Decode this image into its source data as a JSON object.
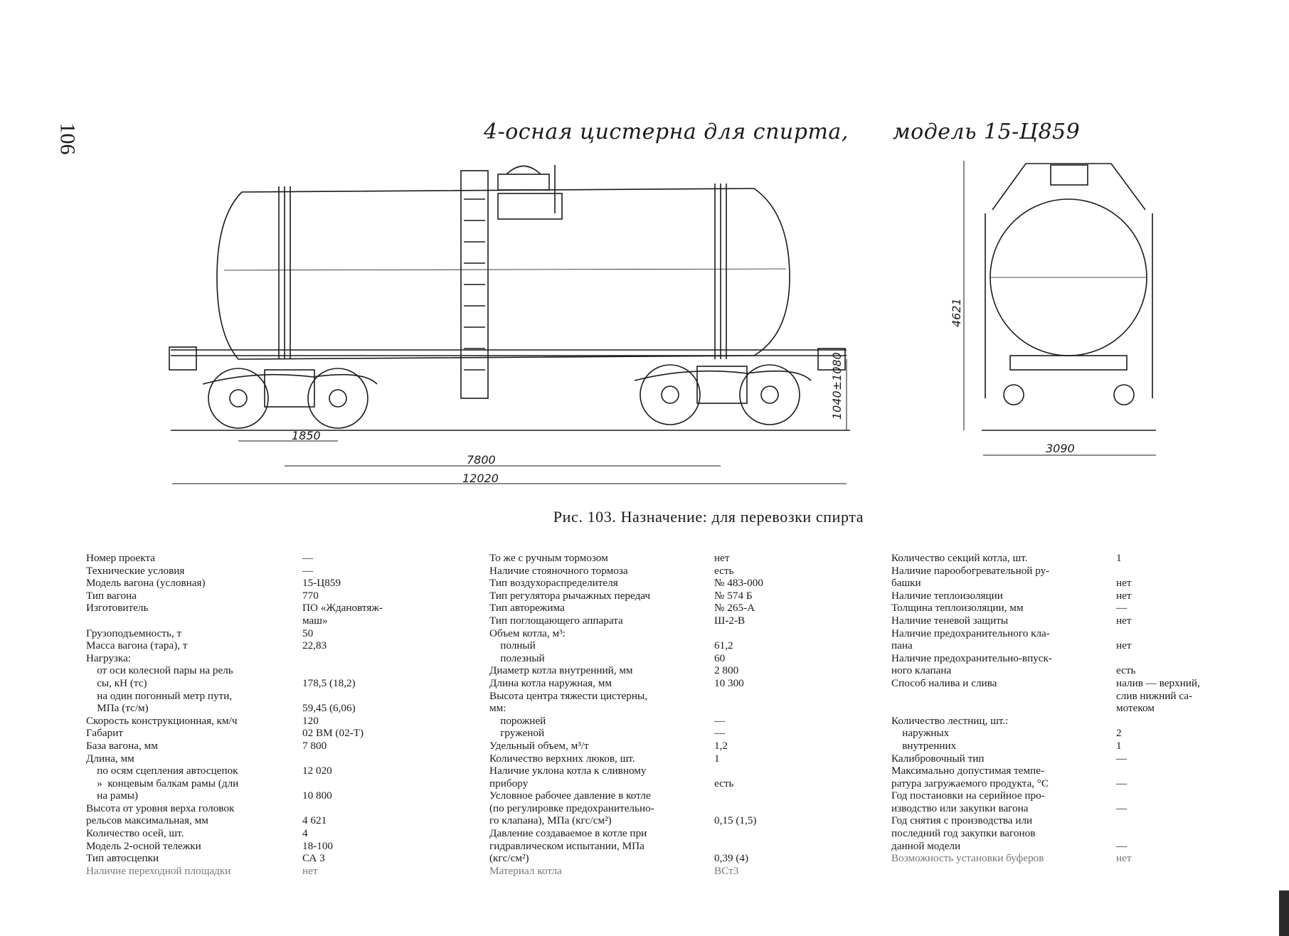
{
  "page": {
    "number": "106",
    "title_main": "4-осная цистерна для спирта,",
    "title_model": "модель 15-Ц859",
    "caption": "Рис. 103. Назначение: для перевозки спирта"
  },
  "drawing": {
    "side_dims": [
      "1850",
      "7800",
      "12020",
      "1040±1080"
    ],
    "end_dims": [
      "4621",
      "3090"
    ]
  },
  "columns": [
    [
      {
        "label": "Номер проекта",
        "value": "—"
      },
      {
        "label": "Технические условия",
        "value": "—"
      },
      {
        "label": "Модель вагона (условная)",
        "value": "15-Ц859"
      },
      {
        "label": "Тип вагона",
        "value": "770"
      },
      {
        "label": "Изготовитель",
        "value": "ПО «Ждановтяж-"
      },
      {
        "label": "",
        "value": "маш»"
      },
      {
        "label": "Грузоподъемность, т",
        "value": "50"
      },
      {
        "label": "Масса вагона (тара), т",
        "value": "22,83"
      },
      {
        "label": "Нагрузка:",
        "value": ""
      },
      {
        "label": "    от оси колесной пары на рель",
        "value": ""
      },
      {
        "label": "    сы, кН (тс)",
        "value": "178,5 (18,2)"
      },
      {
        "label": "    на один погонный метр пути,",
        "value": ""
      },
      {
        "label": "    МПа (тс/м)",
        "value": "59,45 (6,06)"
      },
      {
        "label": "Скорость конструкционная, км/ч",
        "value": "120"
      },
      {
        "label": "Габарит",
        "value": "02 ВМ (02-Т)"
      },
      {
        "label": "База вагона, мм",
        "value": "7 800"
      },
      {
        "label": "Длина, мм",
        "value": ""
      },
      {
        "label": "    по осям сцепления автосцепок",
        "value": "12 020"
      },
      {
        "label": "    »  концевым балкам рамы (дли",
        "value": ""
      },
      {
        "label": "    на рамы)",
        "value": "10 800"
      },
      {
        "label": "Высота от уровня верха головок",
        "value": ""
      },
      {
        "label": "рельсов максимальная, мм",
        "value": "4 621"
      },
      {
        "label": "Количество осей, шт.",
        "value": "4"
      },
      {
        "label": "Модель 2-осной тележки",
        "value": "18-100"
      },
      {
        "label": "Тип автосцепки",
        "value": "СА 3"
      },
      {
        "label": "Наличие переходной площадки",
        "value": "нет"
      }
    ],
    [
      {
        "label": "То же с ручным тормозом",
        "value": "нет"
      },
      {
        "label": "Наличие стояночного тормоза",
        "value": "есть"
      },
      {
        "label": "Тип воздухораспределителя",
        "value": "№ 483-000"
      },
      {
        "label": "Тип регулятора рычажных передач",
        "value": "№ 574 Б"
      },
      {
        "label": "Тип авторежима",
        "value": "№ 265-А"
      },
      {
        "label": "Тип поглощающего аппарата",
        "value": "Ш-2-В"
      },
      {
        "label": "Объем котла, м³:",
        "value": ""
      },
      {
        "label": "    полный",
        "value": "61,2"
      },
      {
        "label": "    полезный",
        "value": "60"
      },
      {
        "label": "Диаметр котла внутренний, мм",
        "value": "2 800"
      },
      {
        "label": "Длина котла наружная, мм",
        "value": "10 300"
      },
      {
        "label": "Высота центра тяжести цистерны,",
        "value": ""
      },
      {
        "label": "мм:",
        "value": ""
      },
      {
        "label": "    порожней",
        "value": "—"
      },
      {
        "label": "    груженой",
        "value": "—"
      },
      {
        "label": "Удельный объем, м³/т",
        "value": "1,2"
      },
      {
        "label": "Количество верхних люков, шт.",
        "value": "1"
      },
      {
        "label": "Наличие уклона котла к сливному",
        "value": ""
      },
      {
        "label": "прибору",
        "value": "есть"
      },
      {
        "label": "Условное рабочее давление в котле",
        "value": ""
      },
      {
        "label": "(по регулировке предохранительно-",
        "value": ""
      },
      {
        "label": "го клапана), МПа (кгс/см²)",
        "value": "0,15 (1,5)"
      },
      {
        "label": "Давление создаваемое в котле при",
        "value": ""
      },
      {
        "label": "гидравлическом испытании, МПа",
        "value": ""
      },
      {
        "label": "(кгс/см²)",
        "value": "0,39 (4)"
      },
      {
        "label": "Материал котла",
        "value": "ВСт3"
      }
    ],
    [
      {
        "label": "Количество секций котла, шт.",
        "value": "1"
      },
      {
        "label": "Наличие парообогревательной ру-",
        "value": ""
      },
      {
        "label": "башки",
        "value": "нет"
      },
      {
        "label": "Наличие теплоизоляции",
        "value": "нет"
      },
      {
        "label": "Толщина теплоизоляции, мм",
        "value": "—"
      },
      {
        "label": "Наличие теневой защиты",
        "value": "нет"
      },
      {
        "label": "Наличие предохранительного кла-",
        "value": ""
      },
      {
        "label": "пана",
        "value": "нет"
      },
      {
        "label": "Наличие предохранительно-впуск-",
        "value": ""
      },
      {
        "label": "ного клапана",
        "value": "есть"
      },
      {
        "label": "Способ налива и слива",
        "value": "налив — верхний,"
      },
      {
        "label": "",
        "value": "слив нижний са-"
      },
      {
        "label": "",
        "value": "мотеком"
      },
      {
        "label": "",
        "value": ""
      },
      {
        "label": "Количество лестниц, шт.:",
        "value": ""
      },
      {
        "label": "    наружных",
        "value": "2"
      },
      {
        "label": "    внутренних",
        "value": "1"
      },
      {
        "label": "Калибровочный тип",
        "value": "—"
      },
      {
        "label": "Максимально допустимая темпе-",
        "value": ""
      },
      {
        "label": "ратура загружаемого продукта, °С",
        "value": "—"
      },
      {
        "label": "Год постановки на серийное про-",
        "value": ""
      },
      {
        "label": "изводство или закупки вагона",
        "value": "—"
      },
      {
        "label": "Год снятия с производства или",
        "value": ""
      },
      {
        "label": "последний год закупки вагонов",
        "value": ""
      },
      {
        "label": "данной модели",
        "value": "—"
      },
      {
        "label": "Возможность установки буферов",
        "value": "нет"
      }
    ]
  ]
}
